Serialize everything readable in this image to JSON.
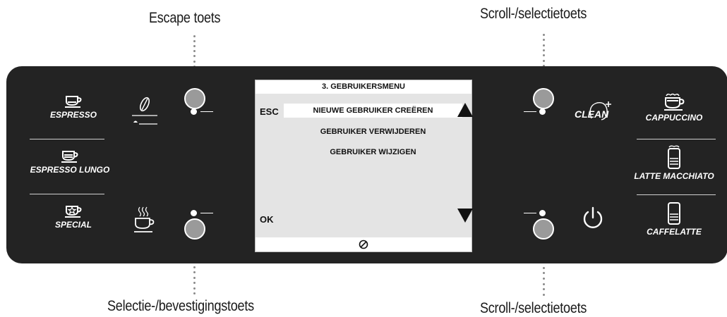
{
  "callouts": {
    "escape": "Escape toets",
    "scroll_top": "Scroll-/selectietoets",
    "confirm": "Selectie-/bevestigingstoets",
    "scroll_bottom": "Scroll-/selectietoets"
  },
  "left_drinks": [
    "ESPRESSO",
    "ESPRESSO LUNGO",
    "SPECIAL"
  ],
  "right_drinks": [
    "CAPPUCCINO",
    "LATTE MACCHIATO",
    "CAFFELATTE"
  ],
  "clean_label": "CLEAN",
  "screen": {
    "title": "3. GEBRUIKERSMENU",
    "esc": "ESC",
    "ok": "OK",
    "items": [
      "NIEUWE GEBRUIKER CREËREN",
      "GEBRUIKER VERWIJDEREN",
      "GEBRUIKER WIJZIGEN"
    ],
    "selected_index": 0
  },
  "icons": [
    "coffee-cup-icon",
    "bean-icon",
    "hot-water-icon",
    "milk-glass-icon",
    "power-icon",
    "clean-icon",
    "arrow-up-icon",
    "arrow-down-icon"
  ]
}
